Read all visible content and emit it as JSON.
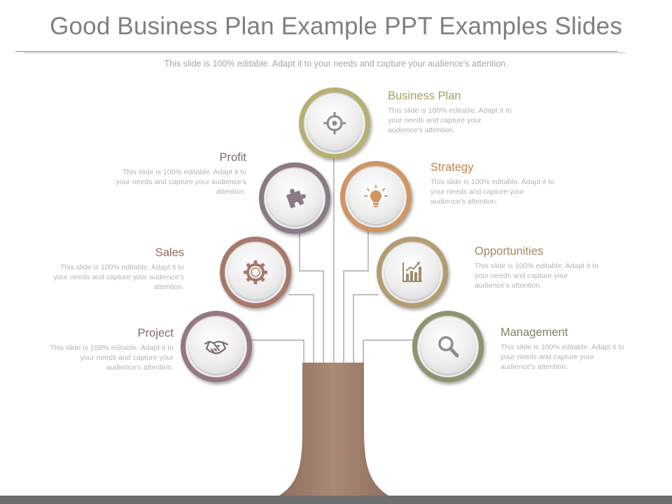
{
  "title": "Good Business Plan Example PPT Examples Slides",
  "subtitle": "This slide is 100% editable. Adapt it to your needs and capture your audience's attention.",
  "colors": {
    "trunk": "#a0806d",
    "trunk_dark": "#8c6c5a",
    "lines": "#9a9a9a",
    "business_plan": "#b8b072",
    "profit": "#8a7a85",
    "strategy": "#cf9563",
    "sales": "#a8786a",
    "opportunities": "#b39c70",
    "project": "#977782",
    "management": "#8f9370"
  },
  "nodes": {
    "business_plan": {
      "label": "Business Plan",
      "desc": "This slide is 100% editable. Adapt it to your needs and capture your audience's attention.",
      "icon": "target-icon",
      "color": "#b8b072"
    },
    "profit": {
      "label": "Profit",
      "desc": "This slide is 100% editable. Adapt it to your needs and capture your audience's attention.",
      "icon": "puzzle-icon",
      "color": "#8a7a85"
    },
    "strategy": {
      "label": "Strategy",
      "desc": "This slide is 100% editable. Adapt it to your needs and capture your audience's attention.",
      "icon": "lightbulb-icon",
      "color": "#cf9563"
    },
    "sales": {
      "label": "Sales",
      "desc": "This slide is 100% editable. Adapt it to your needs and capture your audience's attention.",
      "icon": "gear-icon",
      "color": "#a8786a"
    },
    "opportunities": {
      "label": "Opportunities",
      "desc": "This slide is 100% editable. Adapt it to your needs and capture your audience's attention.",
      "icon": "bar-chart-icon",
      "color": "#b39c70"
    },
    "project": {
      "label": "Project",
      "desc": "This slide is 100% editable. Adapt it to your needs and capture your audience's attention.",
      "icon": "handshake-icon",
      "color": "#977782"
    },
    "management": {
      "label": "Management",
      "desc": "This slide is 100% editable. Adapt it to your needs and capture your audience's attention.",
      "icon": "magnifier-icon",
      "color": "#8f9370"
    }
  }
}
